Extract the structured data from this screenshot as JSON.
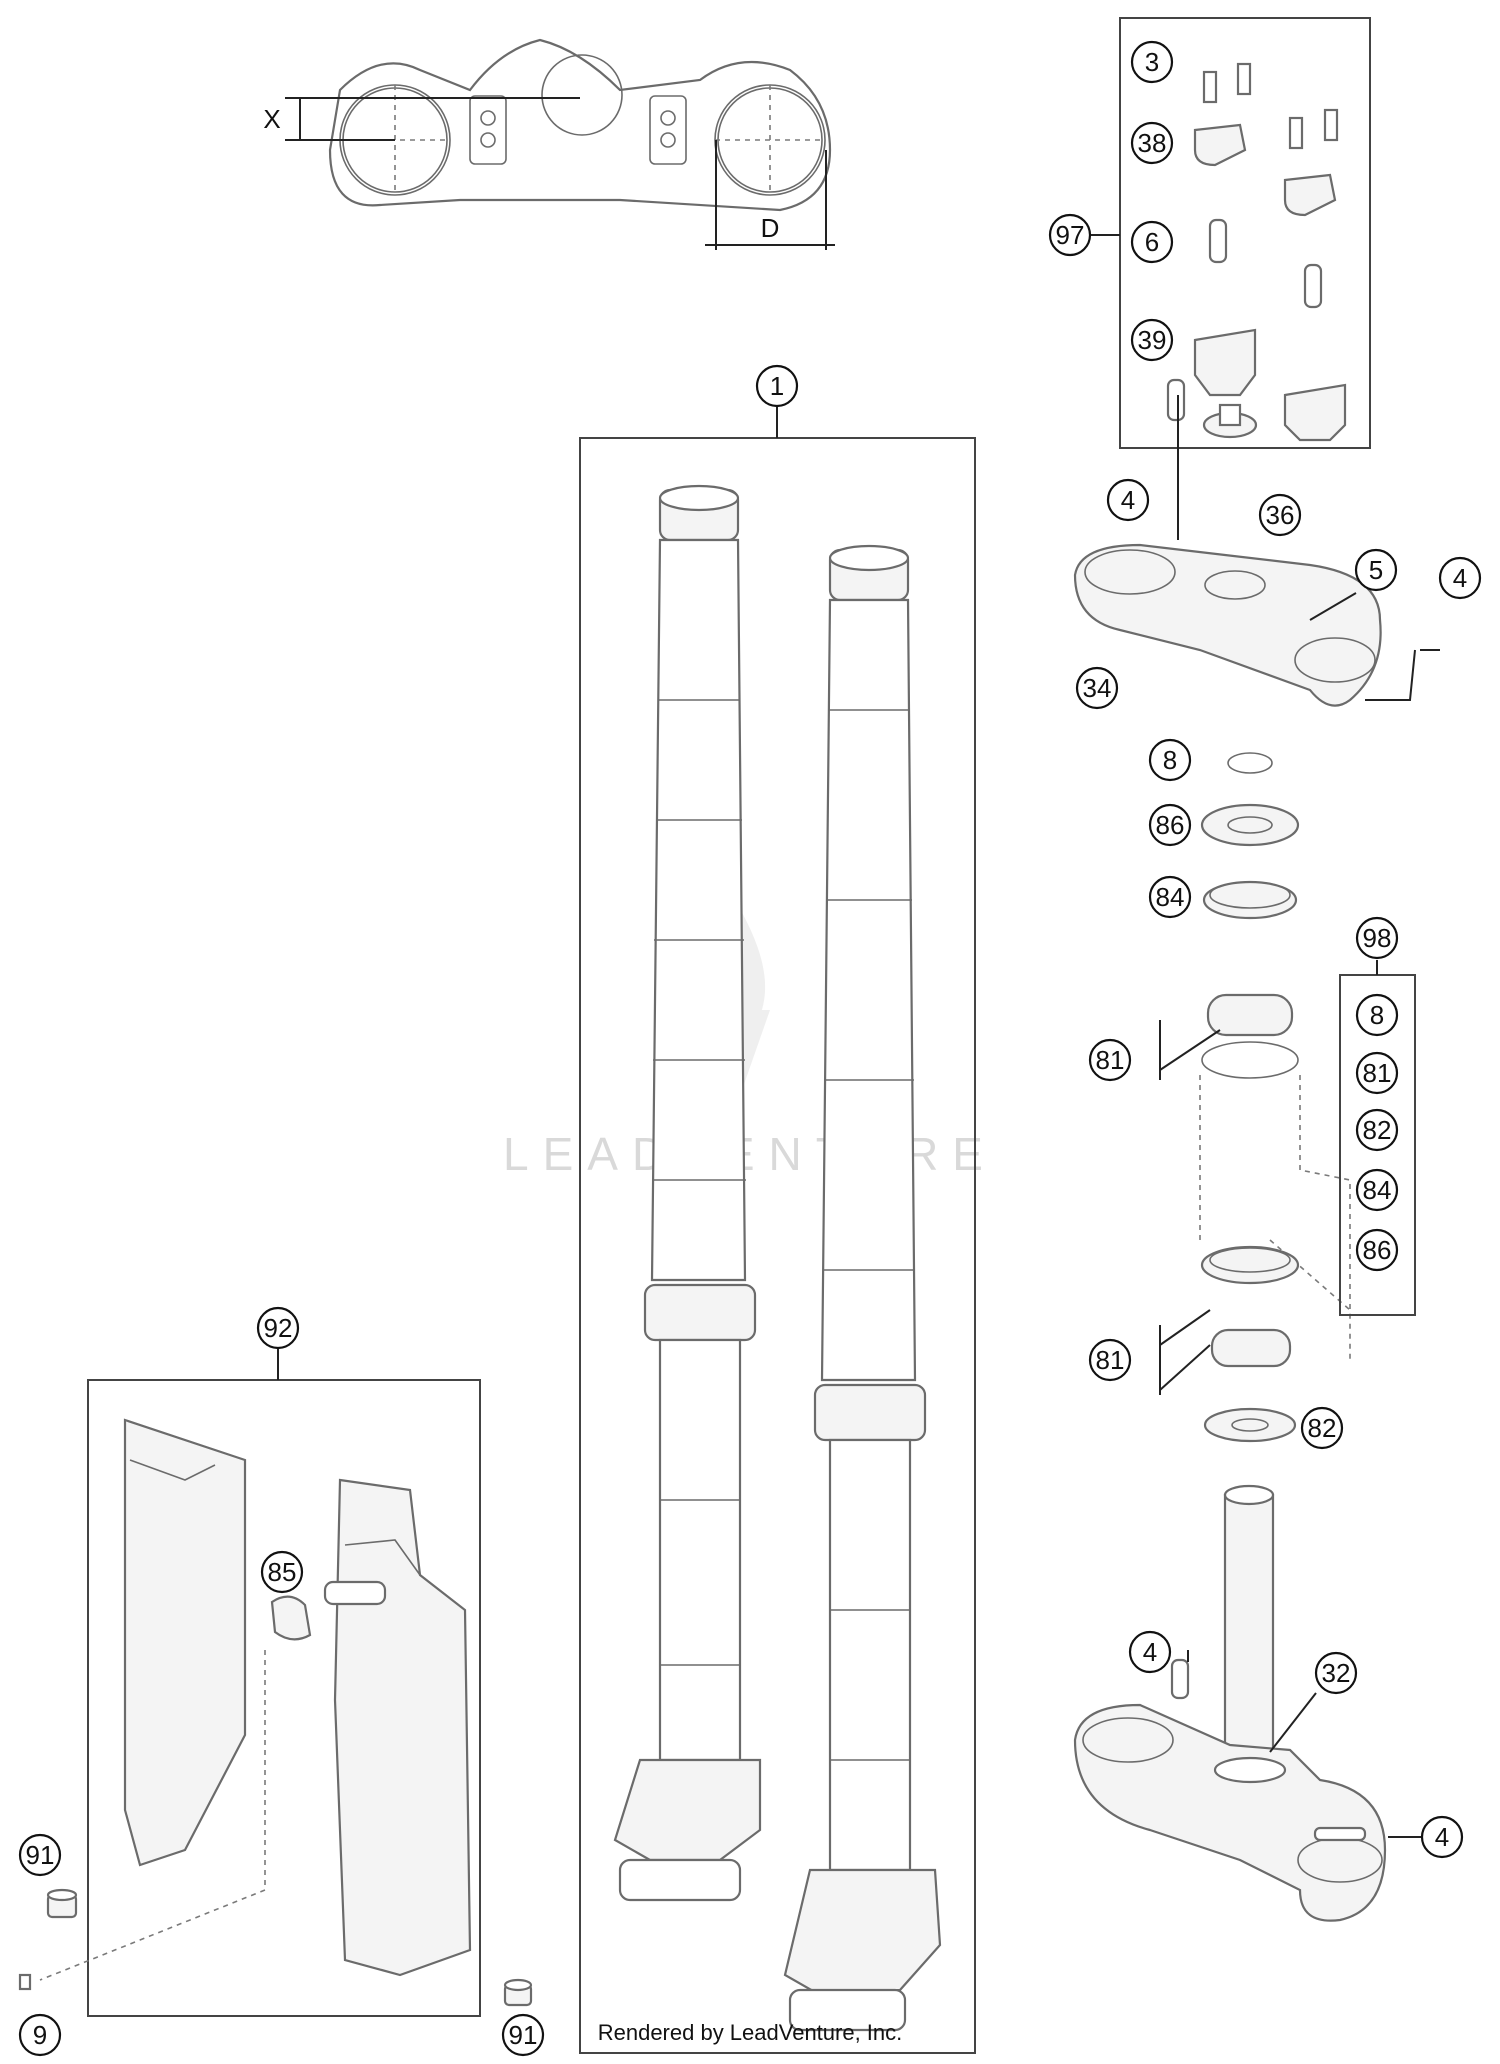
{
  "dimensions": {
    "x_label": "X",
    "d_label": "D"
  },
  "callouts": {
    "c1": "1",
    "c3": "3",
    "c38": "38",
    "c97": "97",
    "c6": "6",
    "c39": "39",
    "c4a": "4",
    "c36": "36",
    "c5": "5",
    "c4b": "4",
    "c34": "34",
    "c8": "8",
    "c86": "86",
    "c84": "84",
    "c81a": "81",
    "c81b": "81",
    "c82": "82",
    "c98": "98",
    "k8": "8",
    "k81": "81",
    "k82": "82",
    "k84": "84",
    "k86": "86",
    "c92": "92",
    "c85": "85",
    "c91a": "91",
    "c91b": "91",
    "c9": "9",
    "c4c": "4",
    "c32": "32",
    "c4d": "4"
  },
  "watermark": "LEADVENTURE",
  "footer": "Rendered by LeadVenture, Inc."
}
